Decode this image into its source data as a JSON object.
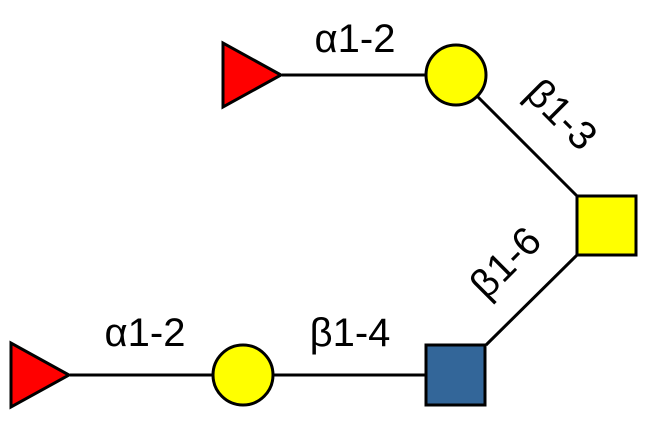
{
  "residues": {
    "top_fucose": {
      "type": "triangle",
      "color": "#ff0000"
    },
    "top_galactose": {
      "type": "circle",
      "color": "#ffff00"
    },
    "galnac": {
      "type": "square",
      "color": "#ffff00"
    },
    "glcnac": {
      "type": "square",
      "color": "#336699"
    },
    "bottom_galactose": {
      "type": "circle",
      "color": "#ffff00"
    },
    "bottom_fucose": {
      "type": "triangle",
      "color": "#ff0000"
    }
  },
  "linkages": {
    "top_fuc_gal": "α1-2",
    "gal_galnac": "β1-3",
    "glcnac_galnac": "β1-6",
    "gal_glcnac": "β1-4",
    "bottom_fuc_gal": "α1-2"
  }
}
